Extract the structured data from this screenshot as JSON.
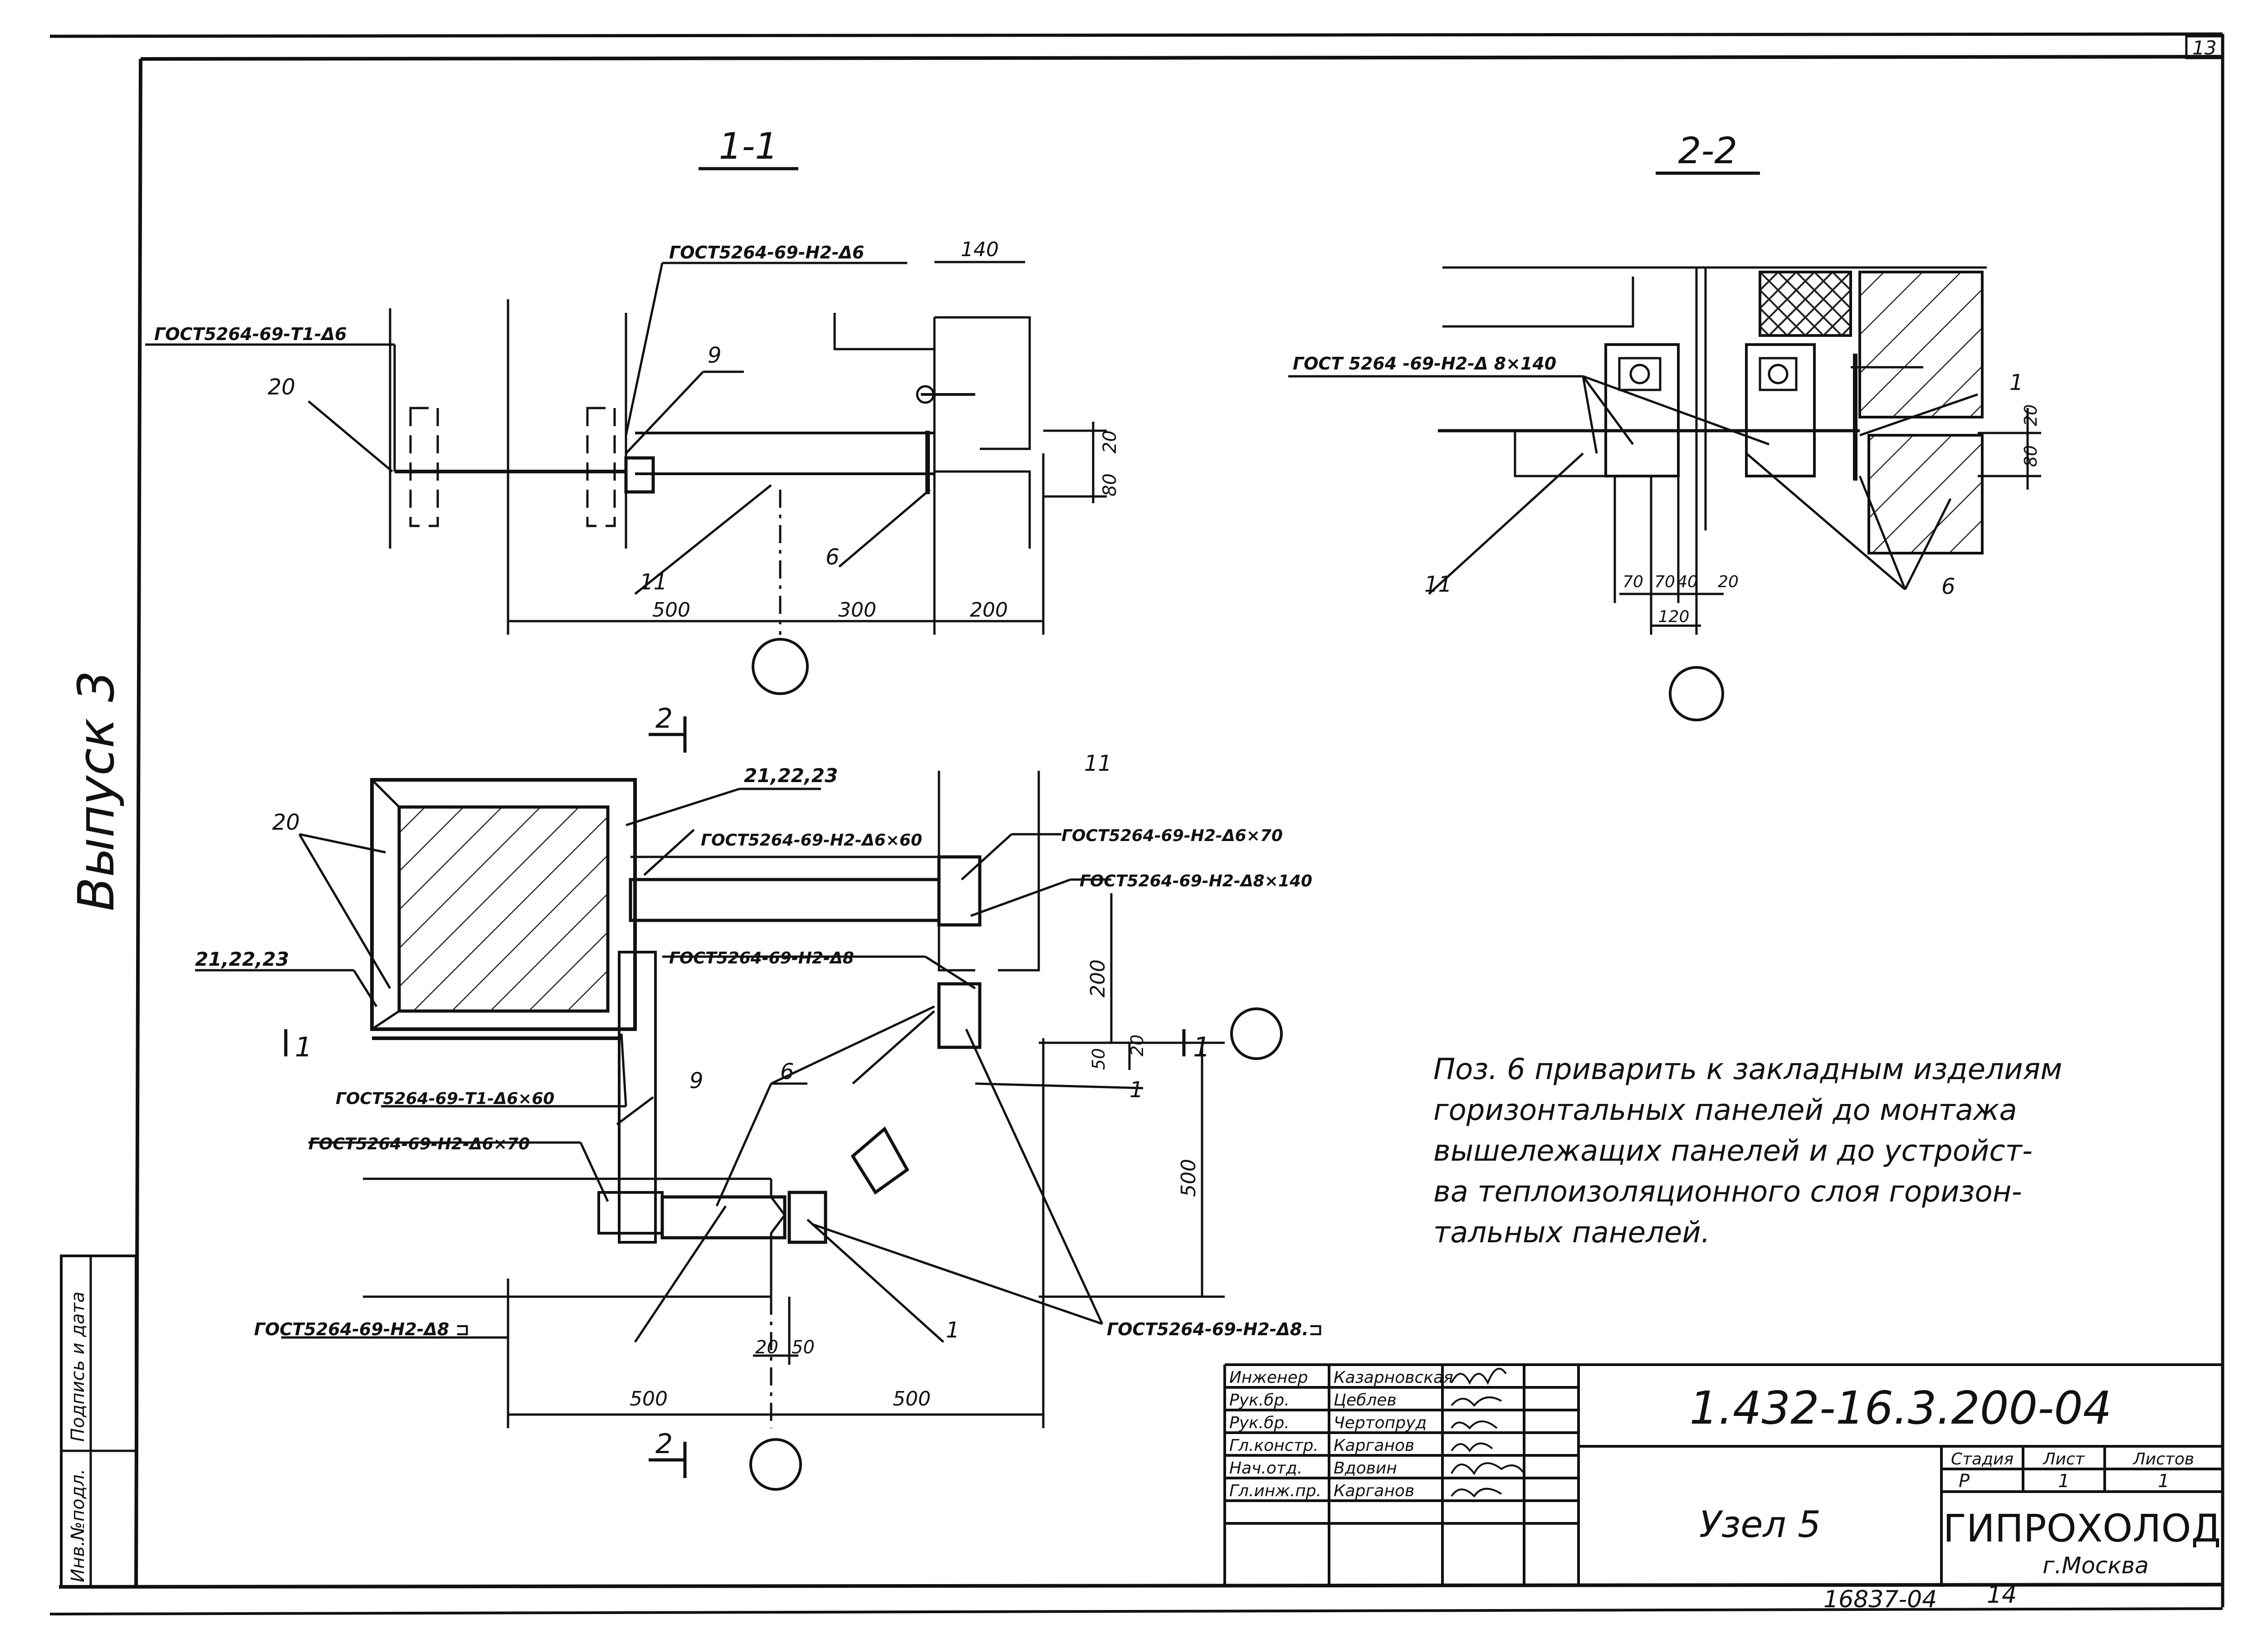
{
  "sheet": {
    "corner_number": "13",
    "vertical_caption": "Выпуск 3",
    "bottom_number": "16837-04",
    "bottom_page": "14"
  },
  "section_1_1": {
    "title": "1-1",
    "callouts": {
      "weld_top": "ГОСТ5264-69-Н2-Δ6",
      "weld_left": "ГОСТ5264-69-Т1-Δ6",
      "pos_9": "9",
      "pos_20": "20",
      "pos_11": "11",
      "pos_6": "6"
    },
    "dims": {
      "d140": "140",
      "d500": "500",
      "d300": "300",
      "d200": "200",
      "d20": "20",
      "d80": "80"
    }
  },
  "section_2_2": {
    "title": "2-2",
    "callouts": {
      "weld": "ГОСТ 5264 -69-Н2-Δ 8×140",
      "pos_1": "1",
      "pos_11": "11",
      "pos_6": "6"
    },
    "dims": {
      "d70a": "70",
      "d70b": "70",
      "d40": "40",
      "d20": "20",
      "d120": "120",
      "d20r": "20",
      "d80r": "80"
    }
  },
  "plan_view": {
    "cut_2_top": "2",
    "cut_2_bottom": "2",
    "cut_1_left": "1",
    "cut_1_right": "1",
    "callouts": {
      "pos_20": "20",
      "pos_21_top": "21,22,23",
      "pos_21_left": "21,22,23",
      "pos_11": "11",
      "pos_9": "9",
      "pos_6": "6",
      "pos_1_right": "1",
      "pos_1_bottom": "1",
      "weld_a": "ГОСТ5264-69-Н2-Δ6×60",
      "weld_b": "ГОСТ5264-69-Н2-Δ6×70",
      "weld_c": "ГОСТ5264-69-Н2-Δ8×140",
      "weld_d": "ГОСТ5264-69-Н2-Δ8",
      "weld_e": "ГОСТ5264-69-Т1-Δ6×60",
      "weld_f": "ГОСТ5264-69-Н2-Δ6×70",
      "weld_g": "ГОСТ5264-69-Н2-Δ8 ⊐",
      "weld_h": "ГОСТ5264-69-Н2-Δ8.⊐"
    },
    "dims": {
      "d200": "200",
      "d50": "50",
      "d20": "20",
      "d500v": "500",
      "d20b": "20",
      "d50b": "50",
      "d500a": "500",
      "d500b": "500"
    }
  },
  "note": {
    "lines": [
      "Поз. 6 приварить к закладным изделиям",
      "горизонтальных панелей до монтажа",
      "вышележащих панелей и до устройст-",
      "ва теплоизоляционного слоя горизон-",
      "тальных панелей."
    ]
  },
  "side_stamp": {
    "cells": [
      "Инв.№подл.",
      "Подпись и дата"
    ]
  },
  "title_block": {
    "doc_code": "1.432-16.3.200-04",
    "title": "Узел 5",
    "org": "ГИПРОХОЛОД",
    "city": "г.Москва",
    "stage_label": "Стадия",
    "sheet_label": "Лист",
    "sheets_label": "Листов",
    "stage": "Р",
    "sheet": "1",
    "sheets": "1",
    "people": [
      {
        "role": "Инженер",
        "name": "Казарновская"
      },
      {
        "role": "Рук.бр.",
        "name": "Цеблев"
      },
      {
        "role": "Рук.бр.",
        "name": "Чертопруд"
      },
      {
        "role": "Гл.констр.",
        "name": "Карганов"
      },
      {
        "role": "Нач.отд.",
        "name": "Вдовин"
      },
      {
        "role": "Гл.инж.пр.",
        "name": "Карганов"
      }
    ]
  }
}
